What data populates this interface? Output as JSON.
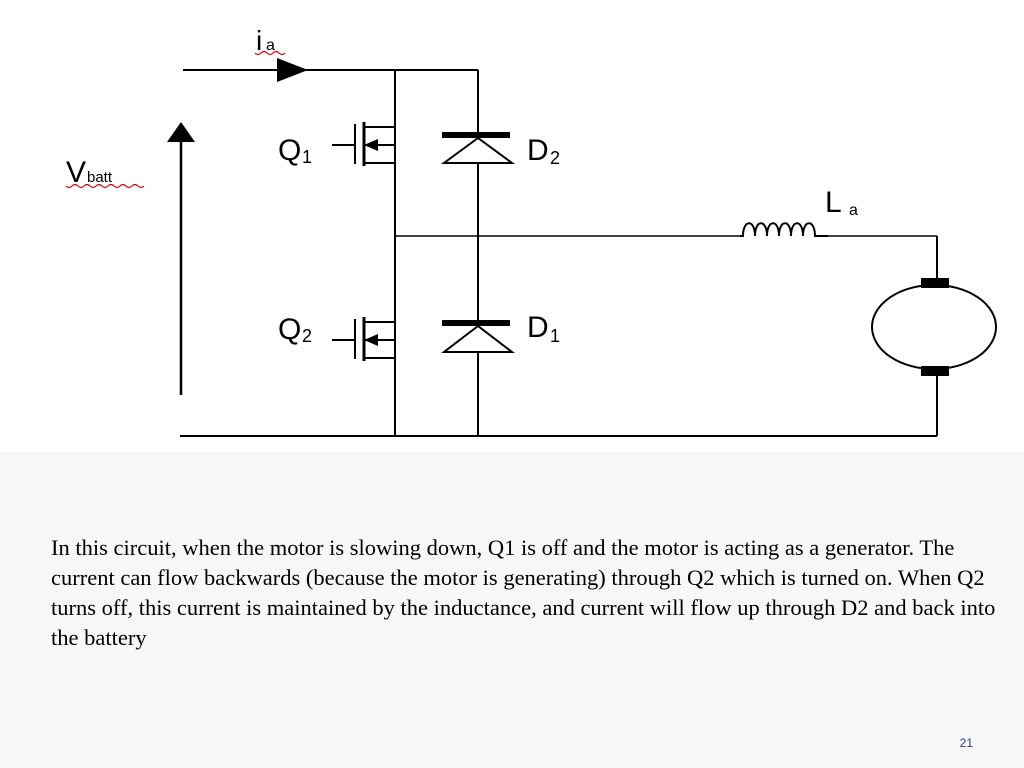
{
  "diagram": {
    "labels": {
      "current": "i",
      "current_sub": "a",
      "voltage": "V",
      "voltage_sub": "batt",
      "q1": "Q",
      "q1_sub": "1",
      "q2": "Q",
      "q2_sub": "2",
      "d1": "D",
      "d1_sub": "1",
      "d2": "D",
      "d2_sub": "2",
      "inductor": "L",
      "inductor_sub": "a"
    }
  },
  "caption": "In this circuit, when the motor is slowing down, Q1 is off and the motor is acting as a generator. The current can flow backwards (because the motor is generating) through Q2 which is turned on. When Q2 turns off, this current is maintained by the inductance, and current will flow up through D2 and back into the battery",
  "page_number": "21"
}
